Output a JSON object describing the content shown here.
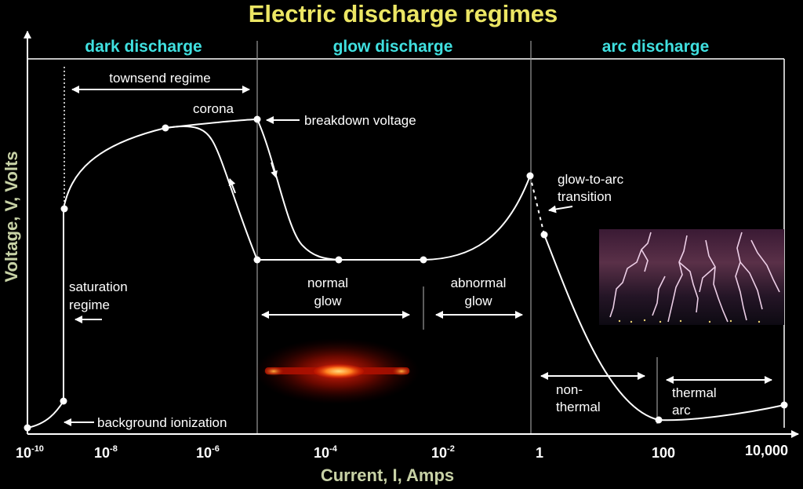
{
  "title": "Electric discharge regimes",
  "regions": {
    "dark": "dark discharge",
    "glow": "glow discharge",
    "arc": "arc discharge"
  },
  "annotations": {
    "townsend": "townsend regime",
    "corona": "corona",
    "breakdown": "breakdown voltage",
    "glow_to_arc_1": "glow-to-arc",
    "glow_to_arc_2": "transition",
    "saturation_1": "saturation",
    "saturation_2": "regime",
    "normal_1": "normal",
    "normal_2": "glow",
    "abnormal_1": "abnormal",
    "abnormal_2": "glow",
    "nonthermal_1": "non-",
    "nonthermal_2": "thermal",
    "thermal_1": "thermal",
    "thermal_2": "arc",
    "background": "background ionization"
  },
  "axes": {
    "x_title": "Current, I, Amps",
    "y_title": "Voltage, V, Volts",
    "x_ticks": [
      {
        "base": "10",
        "sup": "-10"
      },
      {
        "base": "10",
        "sup": "-8"
      },
      {
        "base": "10",
        "sup": "-6"
      },
      {
        "base": "10",
        "sup": "-4"
      },
      {
        "base": "10",
        "sup": "-2"
      },
      {
        "base": "1",
        "sup": ""
      },
      {
        "base": "100",
        "sup": ""
      },
      {
        "base": "10,000",
        "sup": ""
      }
    ]
  },
  "images": {
    "glow_tube": "glowing discharge tube photo",
    "lightning": "lightning photo"
  },
  "colors": {
    "title": "#ECE664",
    "region": "#40E0E0",
    "axis_title": "#C8D2A6",
    "curve": "#FFFFFF",
    "background": "#000000"
  }
}
